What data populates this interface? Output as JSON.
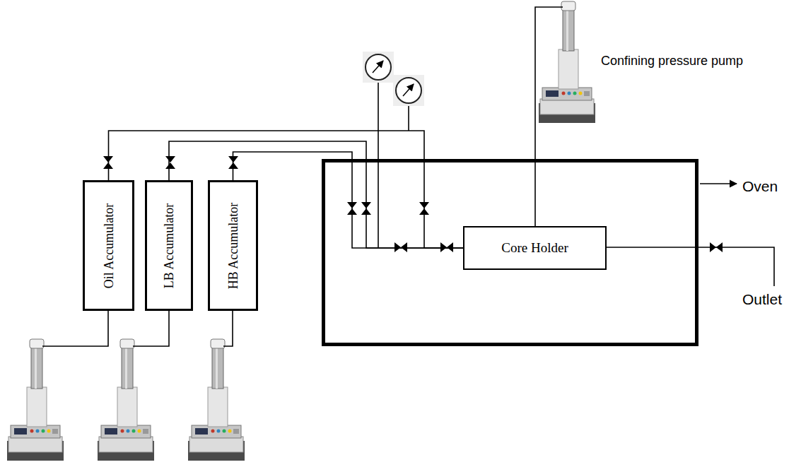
{
  "diagram": {
    "nodes": [
      {
        "text": [
          "Oil Accumulator"
        ]
      },
      {
        "text": [
          "LB Accumulator"
        ]
      },
      {
        "text": [
          "HB Accumulator"
        ]
      },
      {
        "text": [
          "Oven"
        ]
      },
      {
        "text": [
          "Core Holder"
        ],
        "in": 3
      }
    ],
    "edges": [
      {
        "from": 0,
        "to": 4,
        "arrow": "none"
      },
      {
        "from": 1,
        "to": 4,
        "arrow": "none"
      },
      {
        "from": 2,
        "to": 4,
        "arrow": "none"
      }
    ],
    "labels": [
      "Confining pressure pump",
      "Outlet"
    ]
  }
}
